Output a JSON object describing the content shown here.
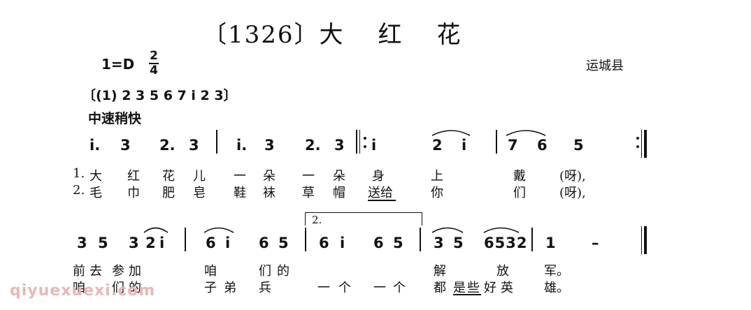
{
  "header": {
    "number": "〔1326〕",
    "title_chars": [
      "大",
      "红",
      "花"
    ],
    "key": "1=D",
    "time_num": "2",
    "time_den": "4",
    "region": "运城县"
  },
  "intro": "〔(1) 2 3 5 6 7 i 2 3〕",
  "tempo": "中速稍快",
  "row1": {
    "notes": [
      "i.",
      "3",
      "2.",
      "3",
      "i.",
      "3",
      "2.",
      "3",
      "i",
      "2",
      "i",
      "7",
      "6",
      "5"
    ],
    "verse1": [
      "1.",
      "大",
      "红",
      "花",
      "儿",
      "一",
      "朵",
      "一",
      "朵",
      "身",
      "上",
      "戴",
      "(呀),"
    ],
    "verse2": [
      "2.",
      "毛",
      "巾",
      "肥",
      "皂",
      "鞋",
      "袜",
      "草",
      "帽",
      "送给",
      "你",
      "们",
      "(呀),"
    ]
  },
  "row2": {
    "notes": [
      "3",
      "5",
      "3",
      "2",
      "i",
      "6",
      "i",
      "6",
      "5",
      "6",
      "i",
      "6",
      "5",
      "3",
      "5",
      "6532",
      "1",
      "–"
    ],
    "volta": "2.",
    "verse1": [
      "前",
      "去",
      "参",
      "加",
      "咱",
      "们",
      "的",
      "解",
      "放",
      "军。"
    ],
    "verse2": [
      "咱",
      "们",
      "的",
      "子",
      "弟",
      "兵",
      "一",
      "个",
      "一",
      "个",
      "都",
      "是",
      "些",
      "好",
      "英",
      "雄。"
    ]
  },
  "watermark": "qiyuexuexi.com"
}
